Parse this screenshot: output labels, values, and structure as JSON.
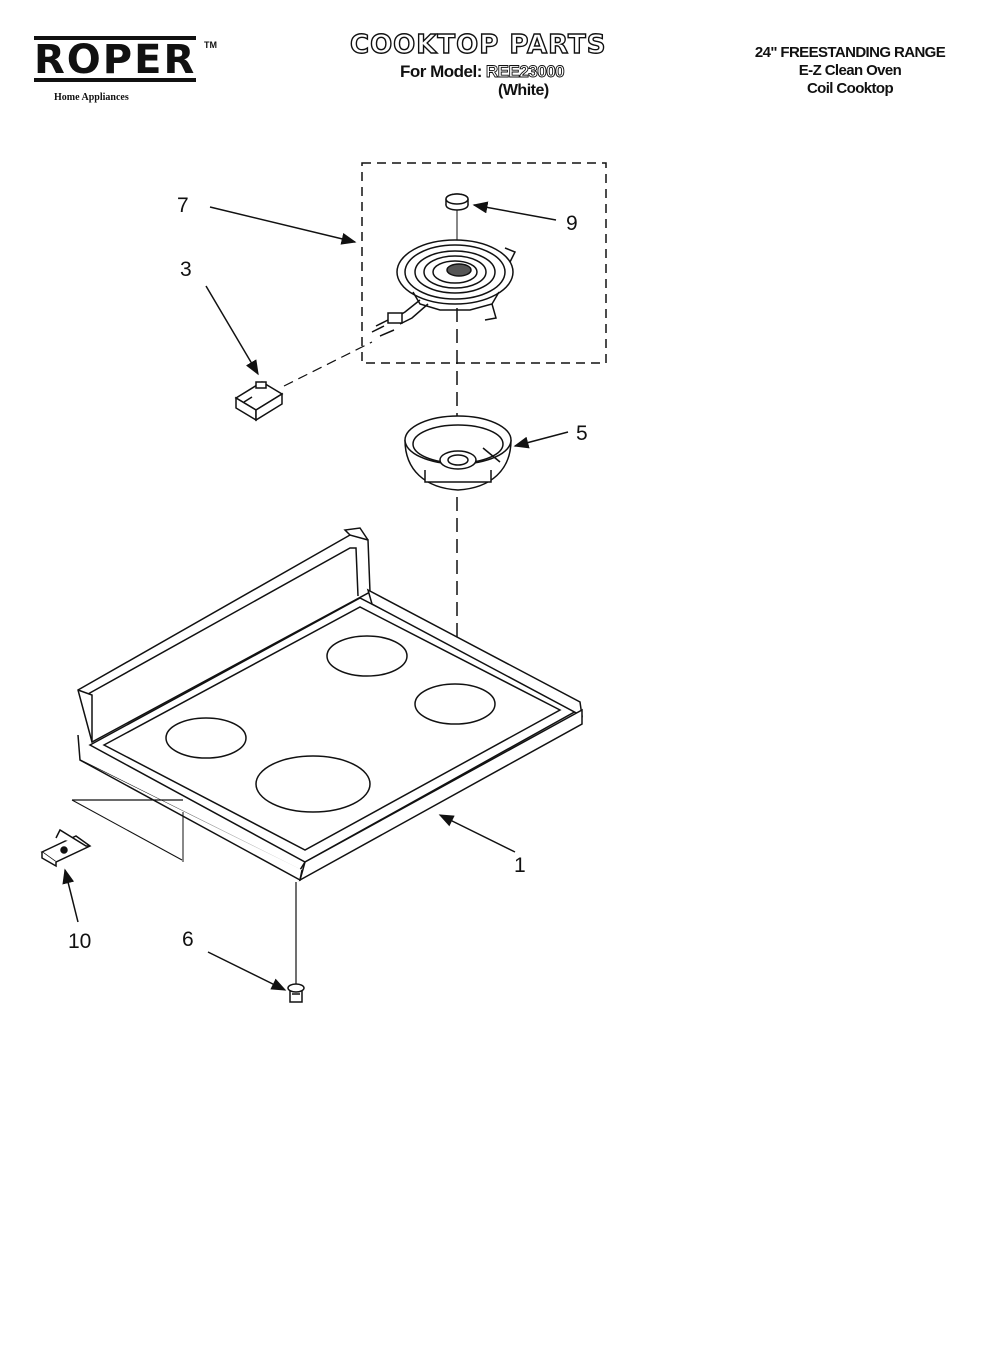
{
  "brand": {
    "name": "ROPER",
    "trademark": "TM",
    "tagline": "Home Appliances"
  },
  "header": {
    "title": "COOKTOP PARTS",
    "model_prefix": "For Model:",
    "model_number": "REE23000",
    "color": "(White)"
  },
  "product": {
    "line1": "24\" FREESTANDING RANGE",
    "line2": "E-Z Clean Oven",
    "line3": "Coil Cooktop"
  },
  "callouts": {
    "cooktop": "1",
    "terminal_block": "3",
    "drip_bowl": "5",
    "screw": "6",
    "element_assembly": "7",
    "center_cap": "9",
    "bracket": "10"
  }
}
